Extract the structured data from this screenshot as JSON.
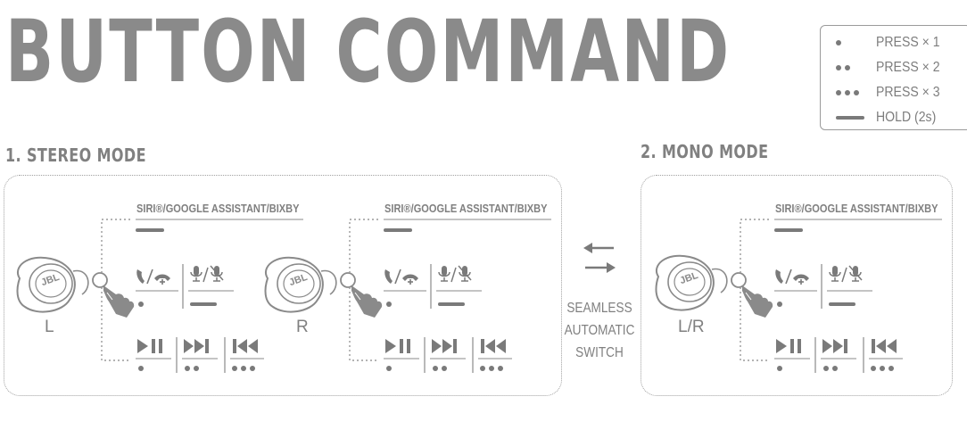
{
  "title": "BUTTON COMMAND",
  "legend": [
    {
      "label": "PRESS × 1"
    },
    {
      "label": "PRESS × 2"
    },
    {
      "label": "PRESS × 3"
    },
    {
      "label": "HOLD (2s)"
    }
  ],
  "stereo": {
    "title": "1. STEREO MODE",
    "left_label": "L",
    "right_label": "R",
    "assistant_label": "SIRI®/GOOGLE ASSISTANT/BIXBY"
  },
  "mono": {
    "title": "2. MONO MODE",
    "label": "L/R",
    "assistant_label": "SIRI®/GOOGLE ASSISTANT/BIXBY"
  },
  "switch": {
    "line1": "SEAMLESS",
    "line2": "AUTOMATIC",
    "line3": "SWITCH"
  },
  "earbud_logo": "JBL",
  "colors": {
    "ink": "#808080",
    "panel_border": "#a0a0a0"
  }
}
